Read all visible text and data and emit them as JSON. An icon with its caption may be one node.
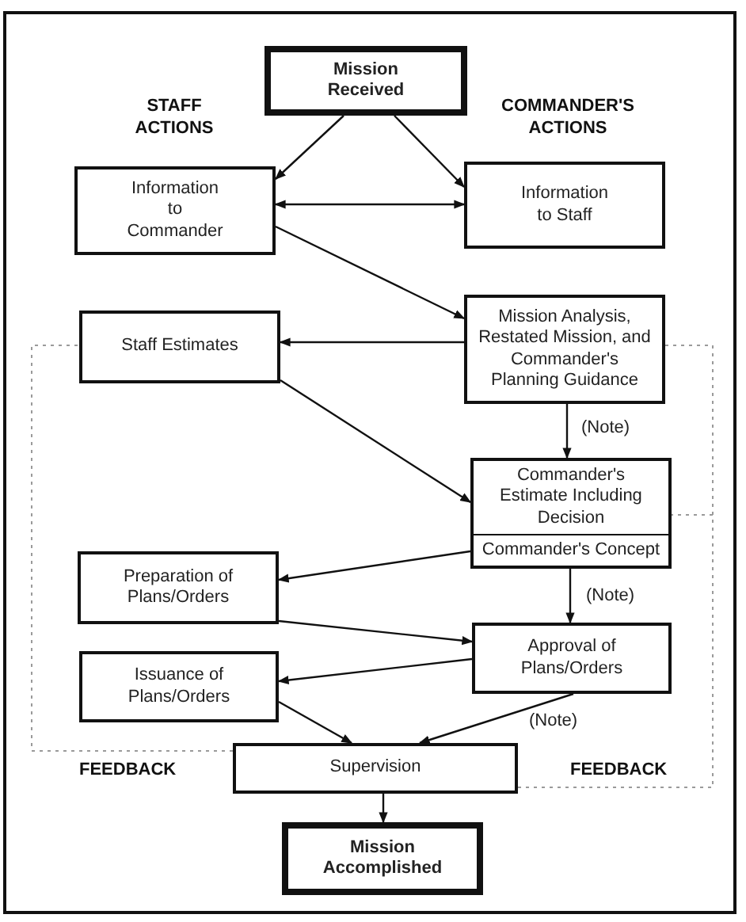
{
  "diagram": {
    "nodes": [
      {
        "text": [
          "Mission Received"
        ]
      },
      {
        "text": [
          "Information to Commander"
        ]
      },
      {
        "text": [
          "Information to Staff"
        ]
      },
      {
        "text": [
          "Staff Estimates"
        ]
      },
      {
        "text": [
          "Mission Analysis, Restated Mission, and Commander's Planning Guidance"
        ]
      },
      {
        "text": [
          "Commander's Estimate Including Decision",
          "Commander's Concept"
        ]
      },
      {
        "text": [
          "Preparation of Plans/Orders"
        ]
      },
      {
        "text": [
          "Approval of Plans/Orders"
        ]
      },
      {
        "text": [
          "Issuance of Plans/Orders"
        ]
      },
      {
        "text": [
          "Supervision"
        ]
      },
      {
        "text": [
          "Mission Accomplished"
        ]
      }
    ],
    "edges": [
      {
        "from": 0,
        "to": 1,
        "arrow": "to"
      },
      {
        "from": 0,
        "to": 2,
        "arrow": "to"
      },
      {
        "from": 1,
        "to": 2,
        "arrow": "both"
      },
      {
        "from": 1,
        "to": 4,
        "arrow": "to"
      },
      {
        "from": 4,
        "to": 3,
        "arrow": "to"
      },
      {
        "from": 4,
        "to": 5,
        "arrow": "to",
        "label": "(Note)"
      },
      {
        "from": 3,
        "to": 5,
        "arrow": "to"
      },
      {
        "from": 5,
        "to": 6,
        "arrow": "to"
      },
      {
        "from": 5,
        "to": 7,
        "arrow": "to",
        "label": "(Note)"
      },
      {
        "from": 6,
        "to": 7,
        "arrow": "to"
      },
      {
        "from": 7,
        "to": 8,
        "arrow": "to"
      },
      {
        "from": 7,
        "to": 9,
        "arrow": "to",
        "label": "(Note)"
      },
      {
        "from": 8,
        "to": 9,
        "arrow": "to"
      },
      {
        "from": 9,
        "to": 10,
        "arrow": "to"
      },
      {
        "from": 9,
        "to": 3,
        "arrow": "none",
        "style": "dashed",
        "color": "#9a9a9a"
      },
      {
        "from": 9,
        "to": 4,
        "arrow": "none",
        "style": "dashed",
        "color": "#9a9a9a"
      },
      {
        "from": 9,
        "to": 5,
        "arrow": "none",
        "style": "dashed",
        "color": "#9a9a9a"
      }
    ],
    "labels": [
      "STAFF ACTIONS",
      "COMMANDER'S ACTIONS",
      "FEEDBACK",
      "FEEDBACK"
    ]
  }
}
